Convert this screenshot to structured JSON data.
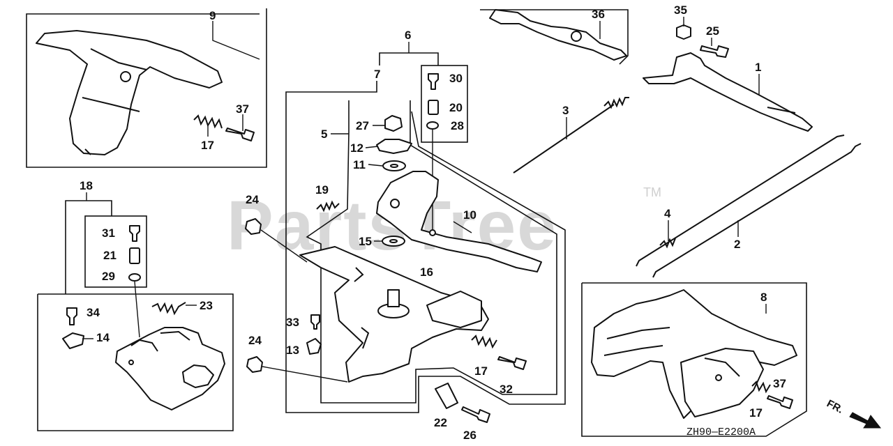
{
  "diagram": {
    "watermark": "PartsTree",
    "watermark_tm": "TM",
    "reference_code": "ZH90—E2200A",
    "direction_label": "FR.",
    "direction_icon": "arrow-down-right-icon",
    "callouts": {
      "c1": "1",
      "c2": "2",
      "c3": "3",
      "c4": "4",
      "c5": "5",
      "c6": "6",
      "c7": "7",
      "c8": "8",
      "c9": "9",
      "c10": "10",
      "c11": "11",
      "c12": "12",
      "c13": "13",
      "c14": "14",
      "c15": "15",
      "c16": "16",
      "c17a": "17",
      "c17b": "17",
      "c17c": "17",
      "c18": "18",
      "c19": "19",
      "c20": "20",
      "c21": "21",
      "c22": "22",
      "c23": "23",
      "c24a": "24",
      "c24b": "24",
      "c25": "25",
      "c26": "26",
      "c27": "27",
      "c28": "28",
      "c29": "29",
      "c30": "30",
      "c31": "31",
      "c32": "32",
      "c33": "33",
      "c34": "34",
      "c35": "35",
      "c36": "36",
      "c37a": "37",
      "c37b": "37"
    }
  }
}
